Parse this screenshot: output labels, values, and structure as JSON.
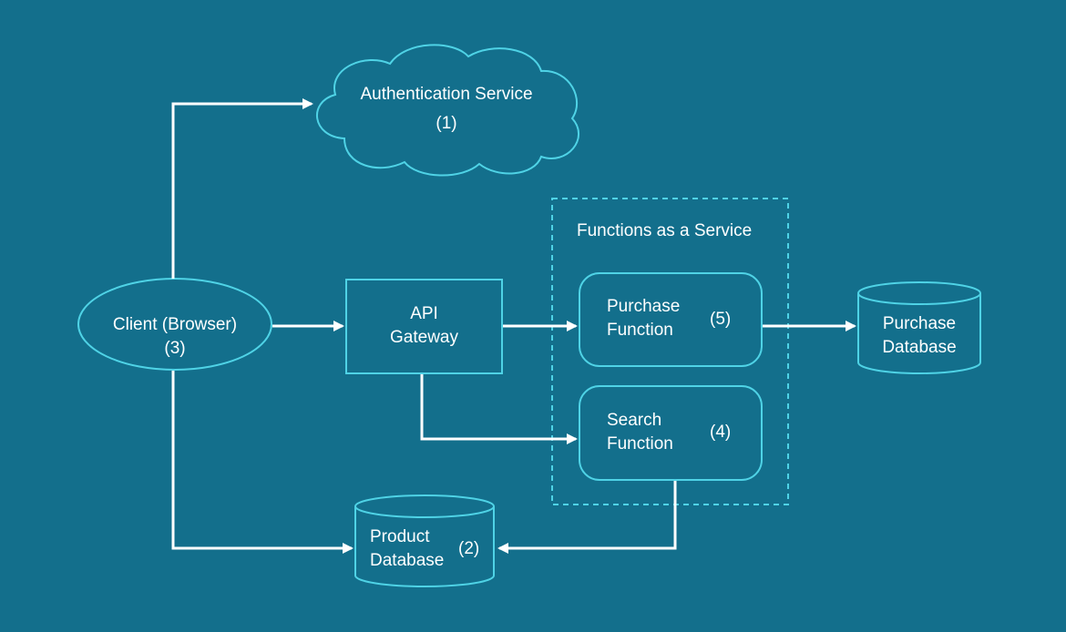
{
  "colors": {
    "background": "#136f8c",
    "stroke": "#4fd3e6",
    "arrow": "#ffffff",
    "text": "#ffffff"
  },
  "nodes": {
    "auth": {
      "title": "Authentication Service",
      "num": "(1)"
    },
    "client": {
      "title": "Client (Browser)",
      "num": "(3)"
    },
    "gateway": {
      "line1": "API",
      "line2": "Gateway"
    },
    "faas": {
      "title": "Functions as a Service"
    },
    "purchase_fn": {
      "line1": "Purchase",
      "line2": "Function",
      "num": "(5)"
    },
    "search_fn": {
      "line1": "Search",
      "line2": "Function",
      "num": "(4)"
    },
    "purchase_db": {
      "line1": "Purchase",
      "line2": "Database"
    },
    "product_db": {
      "line1": "Product",
      "line2": "Database",
      "num": "(2)"
    }
  }
}
